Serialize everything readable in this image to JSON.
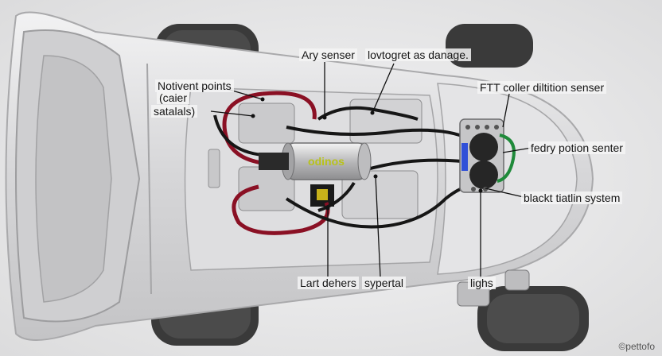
{
  "labels": {
    "notivent_points": "Notivent points",
    "caier": "(caier",
    "satalals": "satalals)",
    "ary_senser": "Ary senser",
    "lovtogret": "lovtogret as danage.",
    "ftt_coller": "FTT coller diltition senser",
    "fedry_potion": "fedry potion senter",
    "blackt_tiatlin": "blackt tiatlin system",
    "lart_dehers": "Lart dehers",
    "sypertal": "sypertal",
    "lighs": "lighs"
  },
  "device_text": "odinos",
  "watermark": "©pettofo",
  "colors": {
    "wire_red": "#8a1024",
    "wire_black": "#161616",
    "wire_green": "#1f8a3a",
    "body": "#d8d8da",
    "tire": "#3a3a3a"
  }
}
